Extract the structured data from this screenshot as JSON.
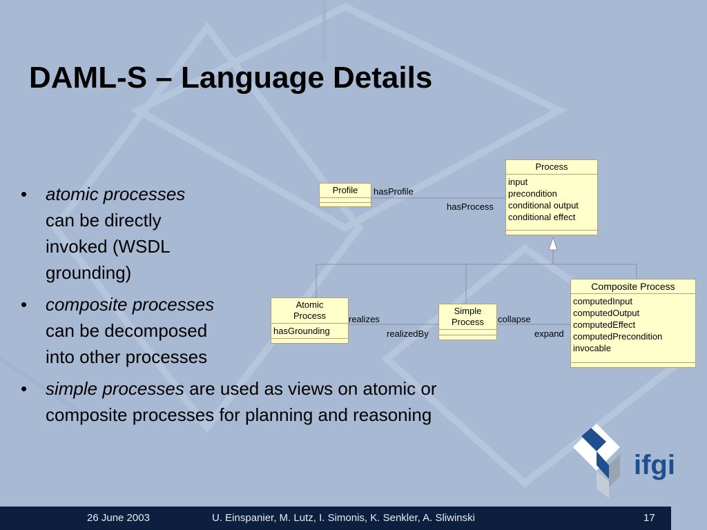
{
  "slide": {
    "title": "DAML-S – Language Details"
  },
  "bullets": [
    {
      "term": "atomic processes",
      "text_lines": [
        "can be directly",
        "invoked (WSDL",
        "grounding)"
      ]
    },
    {
      "term": "composite processes",
      "text_lines": [
        "can be decomposed",
        "into other processes"
      ]
    },
    {
      "term": "simple processes",
      "text_lines": [
        " are used as views on atomic or",
        "composite processes for planning and reasoning"
      ]
    }
  ],
  "diagram": {
    "profile": {
      "name": "Profile"
    },
    "process": {
      "name": "Process",
      "attributes": [
        "input",
        "precondition",
        "conditional output",
        "conditional effect"
      ]
    },
    "atomic": {
      "name_lines": [
        "Atomic",
        "Process"
      ],
      "attributes": [
        "hasGrounding"
      ]
    },
    "simple": {
      "name_lines": [
        "Simple",
        "Process"
      ]
    },
    "composite": {
      "name": "Composite Process",
      "attributes": [
        "computedInput",
        "computedOutput",
        "computedEffect",
        "computedPrecondition",
        "invocable"
      ]
    },
    "labels": {
      "hasProfile": "hasProfile",
      "hasProcess": "hasProcess",
      "realizes": "realizes",
      "realizedBy": "realizedBy",
      "collapse": "collapse",
      "expand": "expand"
    }
  },
  "logo": {
    "text": "ifgi"
  },
  "footer": {
    "date": "26 June 2003",
    "authors": "U. Einspanier, M. Lutz, I. Simonis, K. Senkler, A. Sliwinski",
    "page": "17"
  },
  "colors": {
    "background": "#a7b9d3",
    "uml_fill": "#ffffcc",
    "footer": "#0d1f3f",
    "logo_blue": "#1f4f8f"
  }
}
